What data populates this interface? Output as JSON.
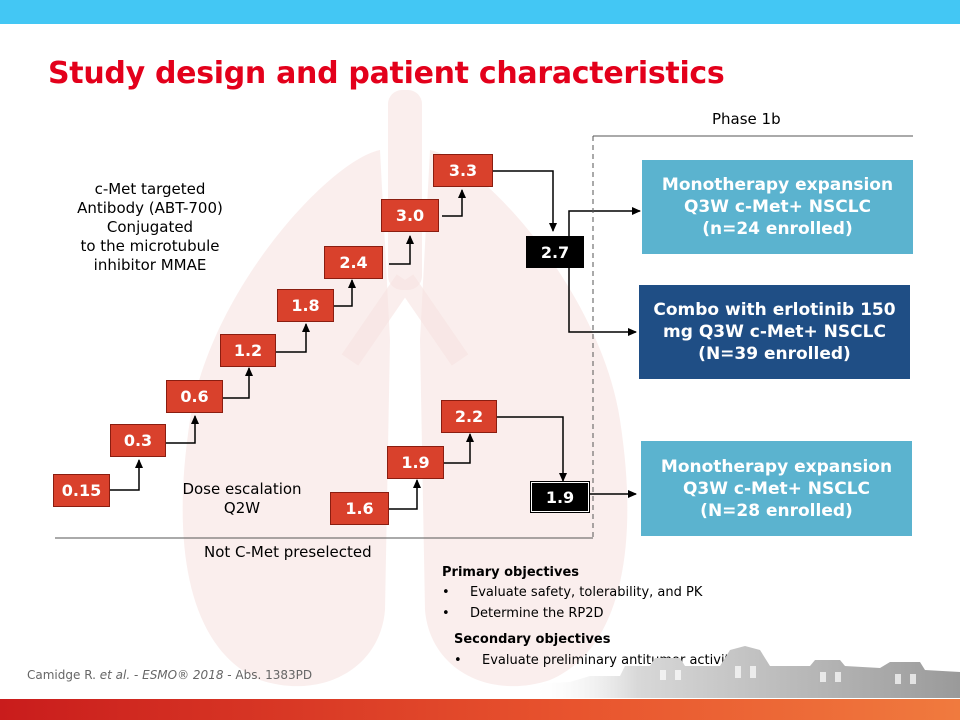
{
  "slide": {
    "title": "Study design and patient characteristics",
    "description_lines": [
      "c-Met targeted",
      "Antibody (ABT-700)",
      "Conjugated",
      "to the microtubule",
      "inhibitor MMAE"
    ],
    "phase_label": "Phase 1b",
    "dose_escalation": {
      "label_line1": "Dose escalation",
      "label_line2": "Q2W",
      "upper_steps": [
        "0.15",
        "0.3",
        "0.6",
        "1.2",
        "1.8",
        "2.4",
        "3.0",
        "3.3"
      ],
      "lower_steps": [
        "1.6",
        "1.9",
        "2.2"
      ],
      "upper_expansion_dose": "2.7",
      "lower_expansion_dose": "1.9"
    },
    "not_preselected": "Not C-Met preselected",
    "arms": [
      {
        "line1": "Monotherapy expansion",
        "line2": "Q3W c-Met+ NSCLC",
        "line3": "(n=24 enrolled)",
        "color": "#5bb3cf"
      },
      {
        "line1": "Combo with erlotinib 150",
        "line2": "mg Q3W c-Met+ NSCLC",
        "line3": "(N=39 enrolled)",
        "color": "#1f4e85"
      },
      {
        "line1": "Monotherapy expansion",
        "line2": "Q3W c-Met+ NSCLC",
        "line3": "(N=28 enrolled)",
        "color": "#5bb3cf"
      }
    ],
    "objectives": {
      "primary_heading": "Primary objectives",
      "primary_items": [
        "Evaluate safety, tolerability, and PK",
        "Determine the RP2D"
      ],
      "secondary_heading": "Secondary objectives",
      "secondary_items": [
        "Evaluate preliminary antitumor activity"
      ],
      "bullet": "•"
    },
    "footnote": {
      "author": "Camidge R. ",
      "etal": "et al.",
      "sep": " - ",
      "conference": "ESMO® 2018",
      "abstract": " - Abs. 1383PD"
    },
    "colors": {
      "title": "#e3001b",
      "top_bar": "#43c7f4",
      "step_box": "#d9412c",
      "dark_box": "#000000"
    }
  }
}
